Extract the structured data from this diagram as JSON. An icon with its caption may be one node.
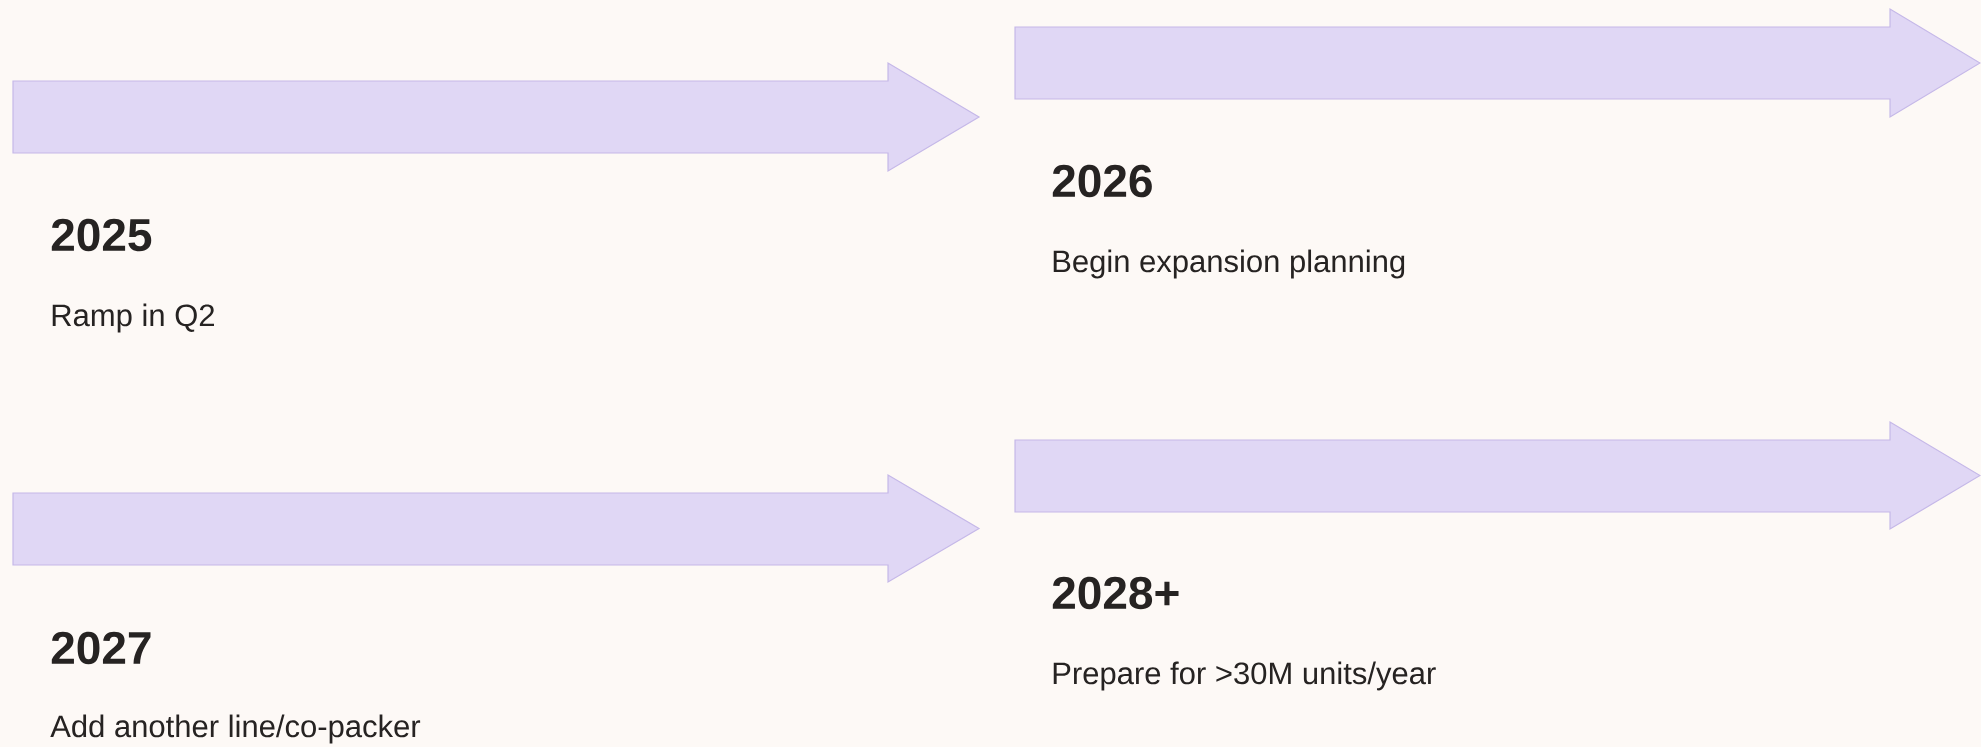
{
  "diagram": {
    "nodes": [
      {
        "text": [
          "2025",
          "Ramp in Q2"
        ]
      },
      {
        "text": [
          "2026",
          "Begin expansion planning"
        ]
      },
      {
        "text": [
          "2027",
          "Add another line/co-packer"
        ]
      },
      {
        "text": [
          "2028+",
          "Prepare for >30M units/year"
        ]
      }
    ]
  }
}
